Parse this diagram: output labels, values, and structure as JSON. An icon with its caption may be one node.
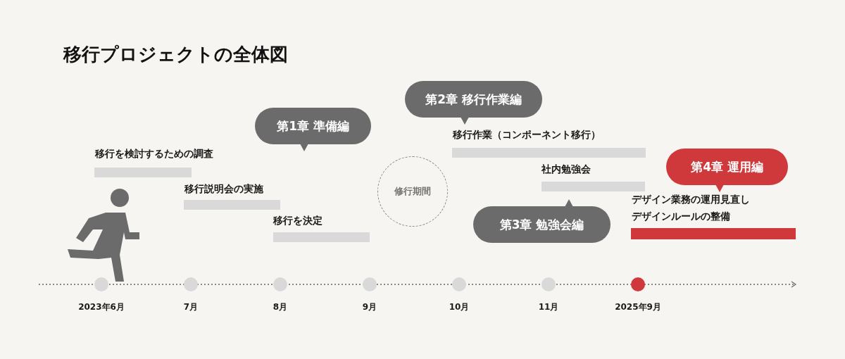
{
  "diagram": {
    "title": "移行プロジェクトの全体図",
    "nodes": [
      {
        "text": [
          "第1章 準備編"
        ]
      },
      {
        "text": [
          "第2章 移行作業編"
        ]
      },
      {
        "text": [
          "修行期間"
        ]
      },
      {
        "text": [
          "第3章 勉強会編"
        ]
      },
      {
        "text": [
          "第4章 運用編"
        ]
      },
      {
        "text": [],
        "shape": "bar"
      },
      {
        "text": [],
        "shape": "bar"
      },
      {
        "text": [],
        "shape": "bar"
      },
      {
        "text": [],
        "shape": "bar"
      },
      {
        "text": [],
        "shape": "bar"
      },
      {
        "text": [],
        "shape": "bar"
      }
    ],
    "labels": [
      "移行を検討するための調査",
      "移行説明会の実施",
      "移行を決定",
      "移行作業（コンポーネント移行）",
      "社内勉強会",
      "デザイン業務の運用見直し",
      "デザインルールの整備",
      "2023年6月",
      "7月",
      "8月",
      "9月",
      "10月",
      "11月",
      "2025年9月"
    ]
  }
}
